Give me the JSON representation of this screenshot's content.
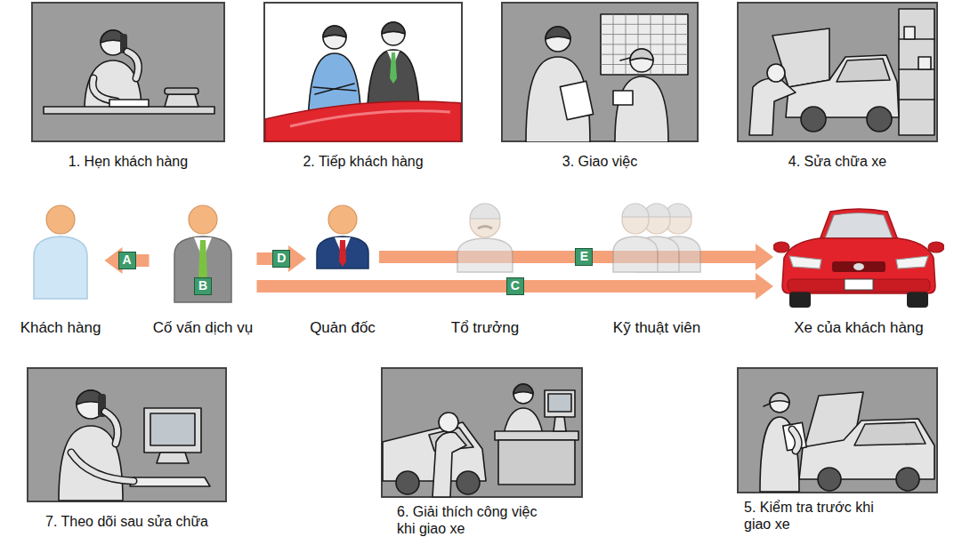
{
  "diagram": {
    "nodes": [
      {
        "text": [
          "1. Hẹn khách hàng"
        ]
      },
      {
        "text": [
          "2. Tiếp khách hàng"
        ]
      },
      {
        "text": [
          "3. Giao việc"
        ]
      },
      {
        "text": [
          "4. Sửa chữa xe"
        ]
      },
      {
        "text": [
          "Khách hàng"
        ]
      },
      {
        "text": [
          "Cố vấn dịch vụ"
        ]
      },
      {
        "text": [
          "Quản đốc"
        ]
      },
      {
        "text": [
          "Tổ trưởng"
        ]
      },
      {
        "text": [
          "Kỹ thuật viên"
        ]
      },
      {
        "text": [
          "Xe của khách hàng"
        ]
      },
      {
        "text": [
          "7. Theo dõi sau sửa chữa"
        ]
      },
      {
        "text": [
          "6. Giải thích công việc khi giao xe"
        ]
      },
      {
        "text": [
          "5. Kiểm tra trước khi giao xe"
        ]
      }
    ],
    "edges": [
      {
        "from": 5,
        "to": 4,
        "arrow": "to",
        "label": "A"
      },
      {
        "from": 5,
        "to": 6,
        "arrow": "to",
        "label": "D"
      },
      {
        "from": 6,
        "to": 9,
        "arrow": "to",
        "label": "E"
      },
      {
        "from": 5,
        "to": 9,
        "arrow": "to",
        "label": "C"
      }
    ],
    "labels": [
      "B"
    ]
  }
}
